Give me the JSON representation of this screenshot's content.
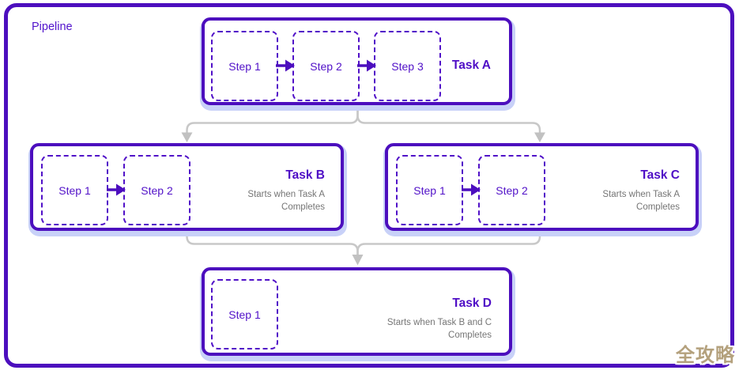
{
  "diagram": {
    "title": "Pipeline",
    "tasks": [
      {
        "id": "task-a",
        "label": "Task A",
        "steps": [
          "Step 1",
          "Step 2",
          "Step 3"
        ],
        "note": []
      },
      {
        "id": "task-b",
        "label": "Task B",
        "steps": [
          "Step 1",
          "Step 2"
        ],
        "note": [
          "Starts when Task A",
          "Completes"
        ]
      },
      {
        "id": "task-c",
        "label": "Task C",
        "steps": [
          "Step 1",
          "Step 2"
        ],
        "note": [
          "Starts when Task A",
          "Completes"
        ]
      },
      {
        "id": "task-d",
        "label": "Task D",
        "steps": [
          "Step 1"
        ],
        "note": [
          "Starts when Task B and C",
          "Completes"
        ]
      }
    ],
    "edges": [
      {
        "from": "task-a",
        "to": "task-b"
      },
      {
        "from": "task-a",
        "to": "task-c"
      },
      {
        "from": "task-b",
        "to": "task-d"
      },
      {
        "from": "task-c",
        "to": "task-d"
      }
    ]
  },
  "watermark": "全攻略",
  "colors": {
    "accent_purple": "#4C0EBE",
    "step_purple": "#5111C8",
    "note_gray": "#757575",
    "connector_gray": "#C8C8C8",
    "shadow_lavender": "#C8D1F8",
    "watermark_gold": "#B4A17D"
  }
}
